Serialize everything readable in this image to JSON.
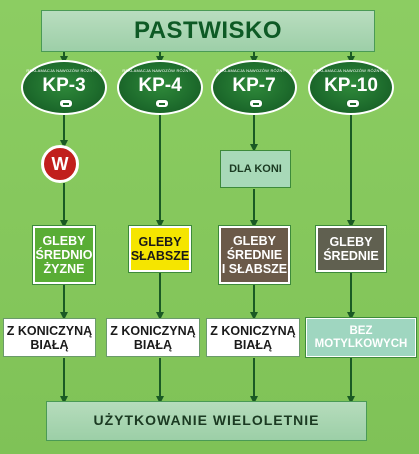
{
  "title": "PASTWISKO",
  "kp_caption": "REKLAMACJA NAWOZÓW RÓŻNYCH",
  "columns": [
    {
      "kp": "KP-3",
      "condition": "W",
      "soil": "GLEBY\nŚREDNIO\nŻYZNE",
      "clover": "Z KONICZYNĄ\nBIAŁĄ"
    },
    {
      "kp": "KP-4",
      "soil": "GLEBY\nSŁABSZE",
      "clover": "Z KONICZYNĄ\nBIAŁĄ"
    },
    {
      "kp": "KP-7",
      "condition": "DLA KONI",
      "soil": "GLEBY\nŚREDNIE\nI SŁABSZE",
      "clover": "Z KONICZYNĄ\nBIAŁĄ"
    },
    {
      "kp": "KP-10",
      "soil": "GLEBY\nŚREDNIE",
      "clover": "BEZ\nMOTYLKOWYCH"
    }
  ],
  "bottom": "UŻYTKOWANIE WIELOLETNIE",
  "colors": {
    "background": "#86c85a",
    "title_box": "#a8d6b0",
    "kp_green": "#1d6b2c",
    "w_red": "#c11f1c",
    "soil_green": "#59ad35",
    "soil_yellow": "#f5e500",
    "soil_brown": "#6b5a49",
    "soil_olive": "#606050",
    "dla_koni_box": "#a8d9b8",
    "bez_box": "#9fd6c0"
  }
}
